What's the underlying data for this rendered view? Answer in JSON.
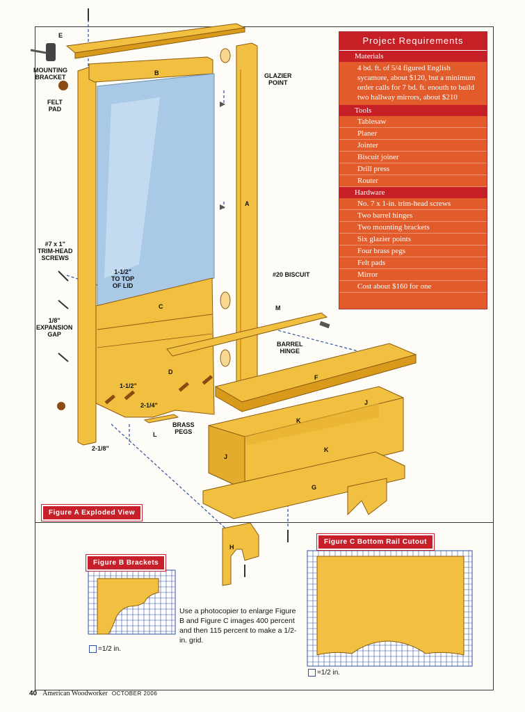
{
  "labels": {
    "mounting_bracket": "MOUNTING\nBRACKET",
    "felt_pad": "FELT\nPAD",
    "glazier_point": "GLAZIER\nPOINT",
    "trim_head_screws": "#7 x 1\"\nTRIM-HEAD\nSCREWS",
    "to_top_of_lid": "1-1/2\"\nTO TOP\nOF LID",
    "biscuit": "#20 BISCUIT",
    "expansion_gap": "1/8\"\nEXPANSION\nGAP",
    "barrel_hinge": "BARREL\nHINGE",
    "dim_1_1_2": "1-1/2\"",
    "dim_2_1_4": "2-1/4\"",
    "dim_2_1_8": "2-1/8\"",
    "brass_pegs": "BRASS\nPEGS"
  },
  "parts": {
    "e": "E",
    "b": "B",
    "a": "A",
    "c": "C",
    "d": "D",
    "l": "L",
    "m": "M",
    "f": "F",
    "j1": "J",
    "j2": "J",
    "k1": "K",
    "k2": "K",
    "g": "G",
    "h": "H"
  },
  "figures": {
    "a": "Figure A  Exploded View",
    "b": "Figure B  Brackets",
    "c": "Figure C  Bottom Rail Cutout"
  },
  "requirements": {
    "title": "Project Requirements",
    "materials_heading": "Materials",
    "materials_text": "4 bd. ft. of 5/4 figured English sycamore, about $120, but a minimum order calls for 7 bd. ft. enouth to build two hallway mirrors, about $210",
    "tools_heading": "Tools",
    "tools": [
      "Tablesaw",
      "Planer",
      "Jointer",
      "Biscuit joiner",
      "Drill press",
      "Router"
    ],
    "hardware_heading": "Hardware",
    "hardware": [
      "No. 7 x 1-in. trim-head screws",
      "Two barrel hinges",
      "Two mounting brackets",
      "Six glazier points",
      "Four brass pegs",
      "Felt pads",
      "Mirror",
      "Cost about $160 for one"
    ]
  },
  "note": "Use a photocopier to enlarge Figure B and Figure C images 400 percent and then 115 percent to make a 1/2-in. grid.",
  "scale_b": "=1/2 in.",
  "scale_c": "=1/2 in.",
  "footer": {
    "page": "40",
    "magazine": "American Woodworker",
    "date": "OCTOBER 2006"
  },
  "colors": {
    "wood": "#f2c040",
    "wood_dark": "#d99a1c",
    "mirror": "#a9c9e6",
    "accent_red": "#c8202a",
    "grid": "#2a4fa0"
  }
}
